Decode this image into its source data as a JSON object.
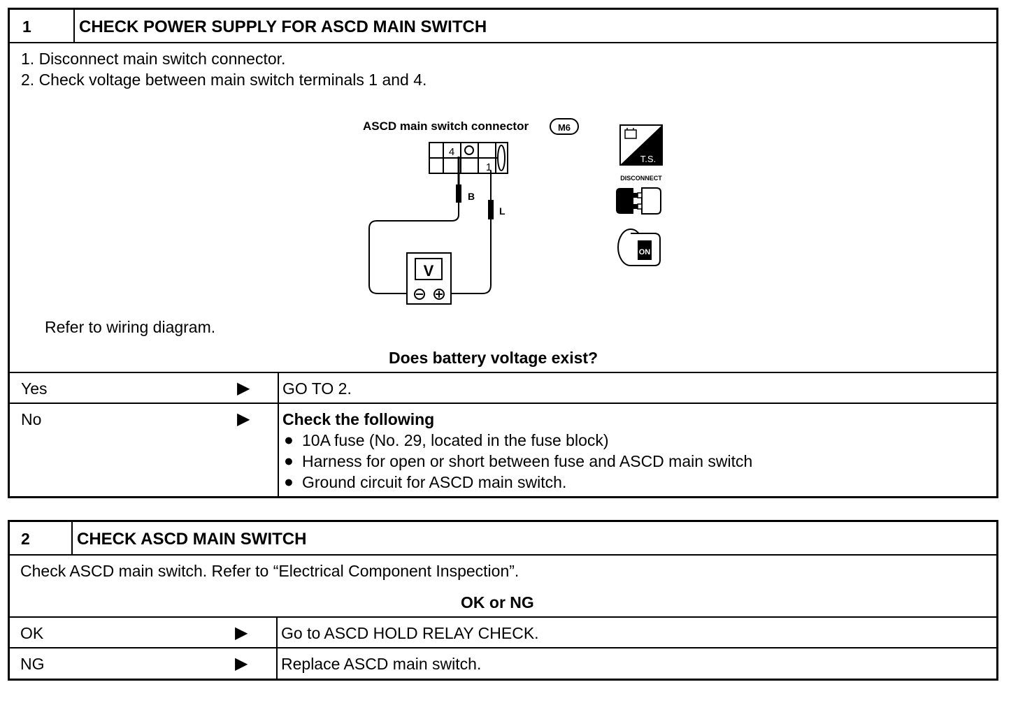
{
  "step1": {
    "number": "1",
    "title": "CHECK POWER SUPPLY FOR ASCD MAIN SWITCH",
    "instructions": [
      "1.  Disconnect main switch connector.",
      "2.  Check voltage between main switch terminals 1 and 4."
    ],
    "diagram": {
      "connector_label": "ASCD main switch connector",
      "connector_code": "M6",
      "terminal_left": "4",
      "terminal_right": "1",
      "wire_left": "B",
      "wire_right": "L",
      "meter_label": "V",
      "icon_ts_label": "T.S.",
      "icon_disconnect_label": "DISCONNECT",
      "icon_key_label": "ON"
    },
    "refer_text": "Refer to wiring diagram.",
    "question": "Does battery voltage exist?",
    "results": [
      {
        "label": "Yes",
        "arrow": "▶",
        "action": "GO TO 2."
      },
      {
        "label": "No",
        "arrow": "▶",
        "action_title": "Check the following",
        "bullets": [
          "10A fuse (No. 29, located in the fuse block)",
          "Harness for open or short between fuse and ASCD main switch",
          "Ground circuit for ASCD main switch."
        ]
      }
    ]
  },
  "step2": {
    "number": "2",
    "title": "CHECK ASCD MAIN SWITCH",
    "instruction": "Check ASCD main switch. Refer to “Electrical Component Inspection”.",
    "question": "OK or NG",
    "results": [
      {
        "label": "OK",
        "arrow": "▶",
        "action": "Go to ASCD HOLD RELAY CHECK."
      },
      {
        "label": "NG",
        "arrow": "▶",
        "action": "Replace ASCD main switch."
      }
    ]
  }
}
